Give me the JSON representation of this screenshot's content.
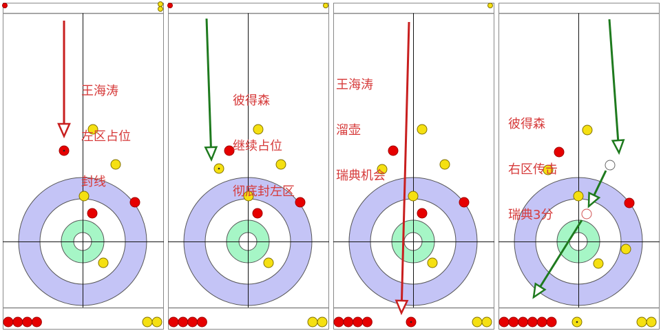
{
  "panels": [
    {
      "caption": [
        "王海涛",
        "左区占位",
        "封线"
      ],
      "arrow_color": "#c81e1e",
      "bottom_red_count": 4,
      "bottom_yellow_count": 2,
      "description_shot": "guard"
    },
    {
      "caption": [
        "彼得森",
        "继续占位",
        "彻底封左区"
      ],
      "arrow_color": "#1e7a1e",
      "bottom_red_count": 4,
      "bottom_yellow_count": 2,
      "description_shot": "guard"
    },
    {
      "caption": [
        "王海涛",
        "溜壶",
        "瑞典机会"
      ],
      "arrow_color": "#c81e1e",
      "bottom_red_count": 4,
      "bottom_yellow_count": 2,
      "description_shot": "through"
    },
    {
      "caption": [
        "彼得森",
        "右区传击",
        "瑞典3分"
      ],
      "arrow_color": "#1e7a1e",
      "bottom_red_count": 6,
      "bottom_yellow_count": 2,
      "description_shot": "raise-takeout"
    }
  ],
  "colors": {
    "red_stone": "#e60000",
    "yellow_stone": "#f5e012",
    "house_outer": "#c4c4f6",
    "house_inner": "#a6f6c6",
    "caption": "#d63a3a"
  }
}
